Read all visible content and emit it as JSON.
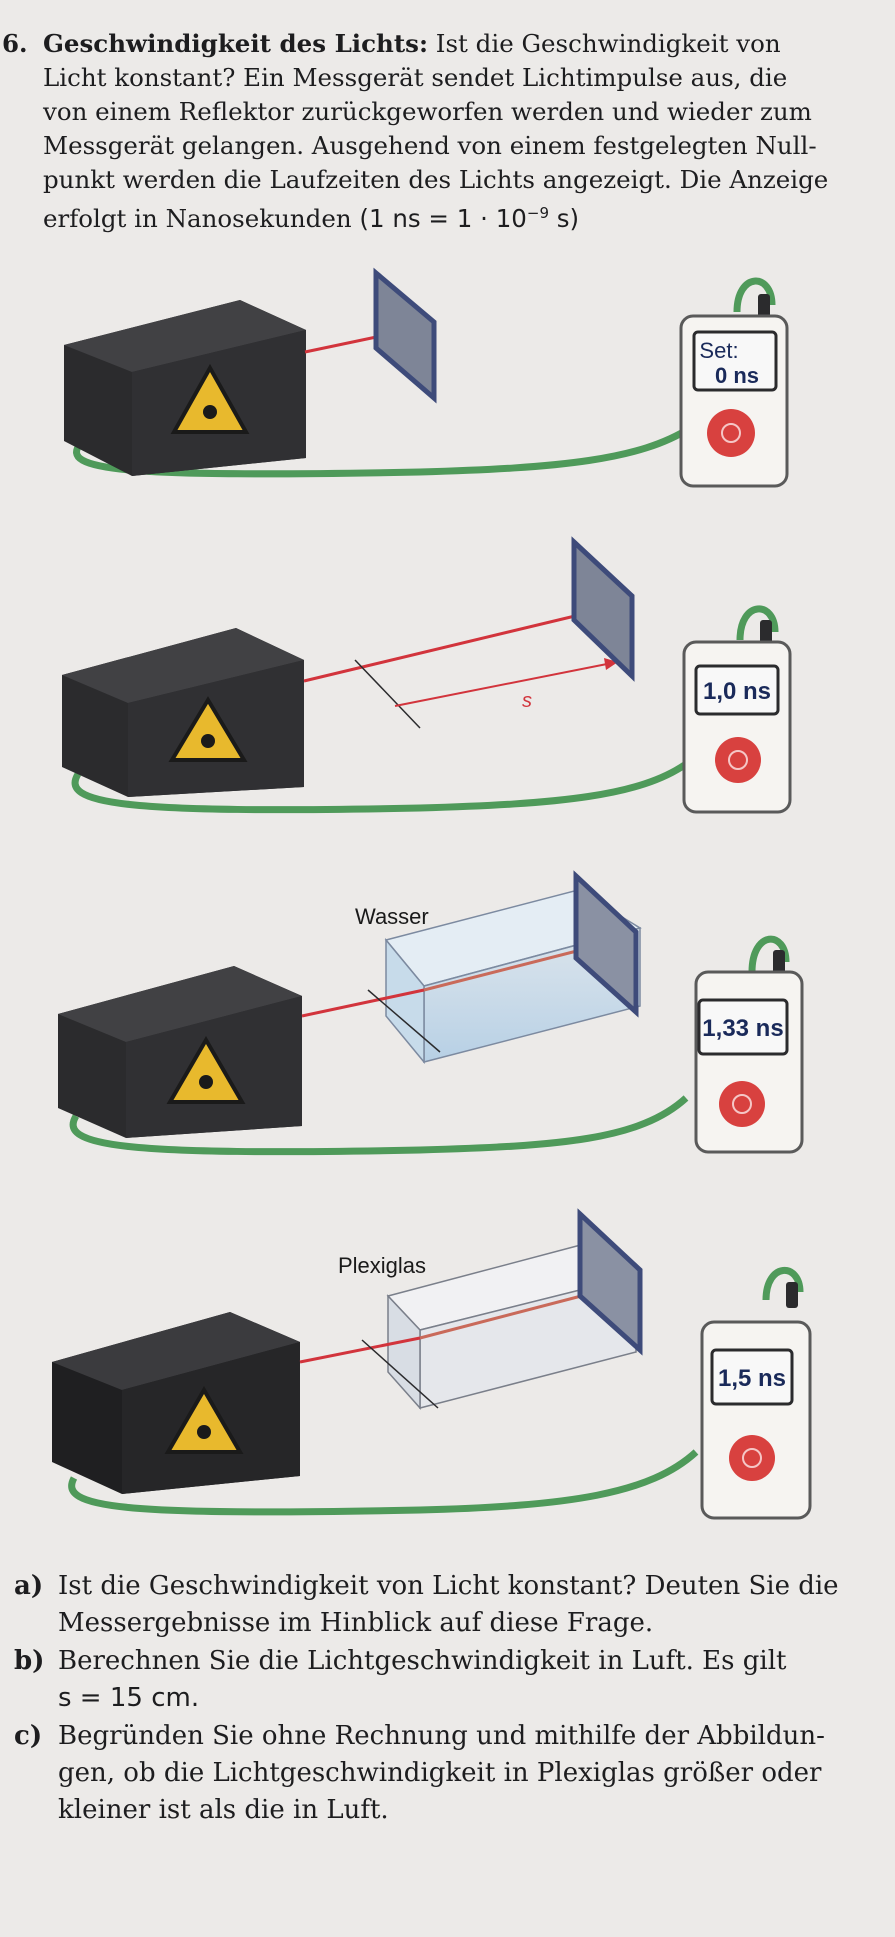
{
  "task": {
    "number": "6.",
    "title": "Geschwindigkeit des Lichts:",
    "line1_rest": "Ist die Geschwindigkeit von",
    "lines": [
      "Licht konstant? Ein Messgerät sendet Lichtimpulse aus, die",
      "von einem Reflektor zurückgeworfen werden und wieder zum",
      "Messgerät gelangen. Ausgehend von einem festgelegten Null-",
      "punkt werden die Laufzeiten des Lichts angezeigt. Die Anzeige"
    ],
    "last_line_text": "erfolgt in Nanosekunden",
    "last_line_formula": "(1 ns = 1 · 10",
    "exponent": "−9",
    "formula_end": " s)"
  },
  "figures": [
    {
      "display_top": "Set:",
      "display_bottom": "0 ns",
      "medium": ""
    },
    {
      "display": "1,0 ns",
      "distance_label": "s",
      "medium": ""
    },
    {
      "display": "1,33 ns",
      "medium": "Wasser"
    },
    {
      "display": "1,5 ns",
      "medium": "Plexiglas"
    }
  ],
  "questions": [
    {
      "letter": "a)",
      "lines": [
        "Ist die Geschwindigkeit von Licht konstant? Deuten Sie die",
        "Messergebnisse im Hinblick auf diese Frage."
      ]
    },
    {
      "letter": "b)",
      "lines": [
        "Berechnen Sie die Lichtgeschwindigkeit in Luft. Es gilt",
        "s = 15 cm."
      ]
    },
    {
      "letter": "c)",
      "lines": [
        "Begründen Sie ohne Rechnung und mithilfe der Abbildun-",
        "gen, ob die Lichtgeschwindigkeit in Plexiglas größer oder",
        "kleiner ist als die in Luft."
      ]
    }
  ],
  "colors": {
    "page_bg": "#eceae8",
    "laser_box": "#2b2b2d",
    "laser_beam": "#d2343c",
    "cable": "#4f9a5a",
    "device_button": "#d8413f",
    "reflector": "#3e4b7a"
  }
}
